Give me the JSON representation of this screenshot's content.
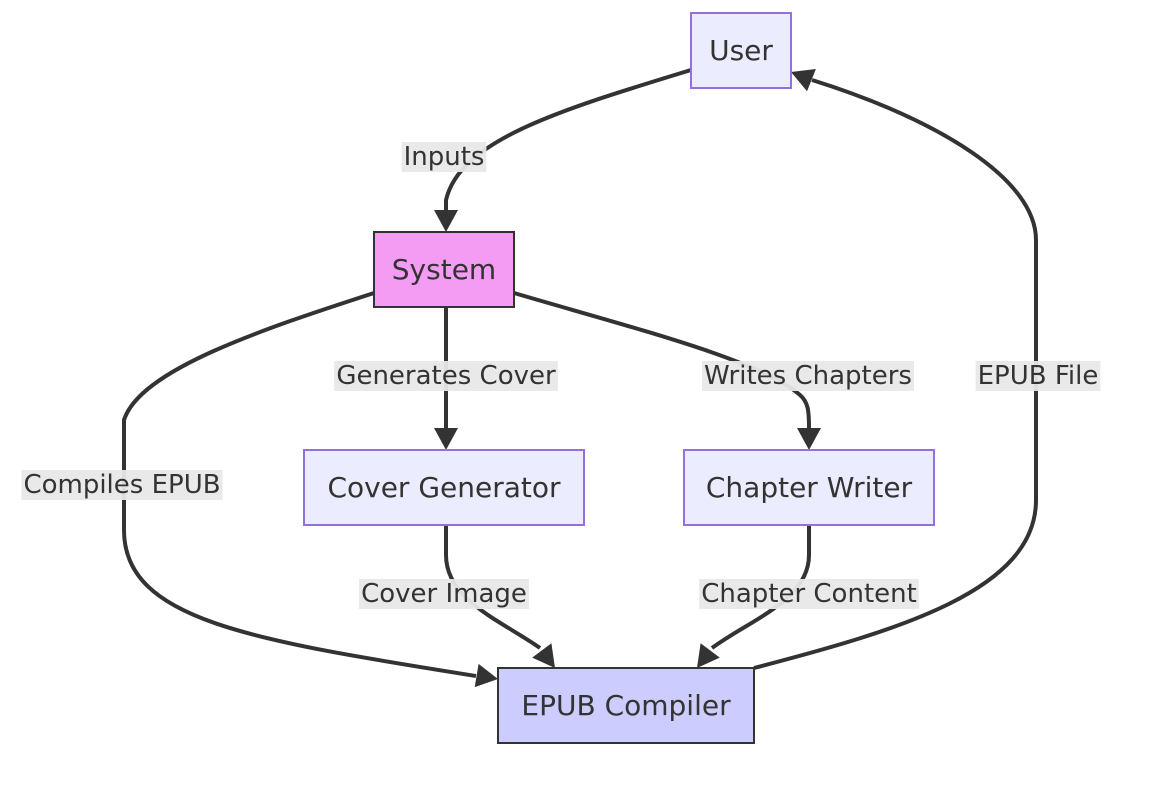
{
  "diagram": {
    "nodes": [
      {
        "id": "user",
        "label": "User",
        "style": "default"
      },
      {
        "id": "system",
        "label": "System",
        "style": "system"
      },
      {
        "id": "cover",
        "label": "Cover Generator",
        "style": "default"
      },
      {
        "id": "chapter",
        "label": "Chapter Writer",
        "style": "default"
      },
      {
        "id": "compiler",
        "label": "EPUB Compiler",
        "style": "compiler"
      }
    ],
    "edges": [
      {
        "id": "e-inputs",
        "from": "user",
        "to": "system",
        "label": "Inputs"
      },
      {
        "id": "e-generates-cover",
        "from": "system",
        "to": "cover",
        "label": "Generates Cover"
      },
      {
        "id": "e-writes-chapters",
        "from": "system",
        "to": "chapter",
        "label": "Writes Chapters"
      },
      {
        "id": "e-compiles-epub",
        "from": "system",
        "to": "compiler",
        "label": "Compiles EPUB"
      },
      {
        "id": "e-cover-image",
        "from": "cover",
        "to": "compiler",
        "label": "Cover Image"
      },
      {
        "id": "e-chapter-content",
        "from": "chapter",
        "to": "compiler",
        "label": "Chapter Content"
      },
      {
        "id": "e-epub-file",
        "from": "compiler",
        "to": "user",
        "label": "EPUB File"
      }
    ],
    "colors": {
      "default_fill": "#ececff",
      "default_stroke": "#9370db",
      "system_fill": "#f49cf4",
      "compiler_fill": "#ccccff",
      "highlight_stroke": "#333333",
      "edge": "#333333",
      "label_bg": "#e8e8e8",
      "text": "#333333"
    }
  }
}
